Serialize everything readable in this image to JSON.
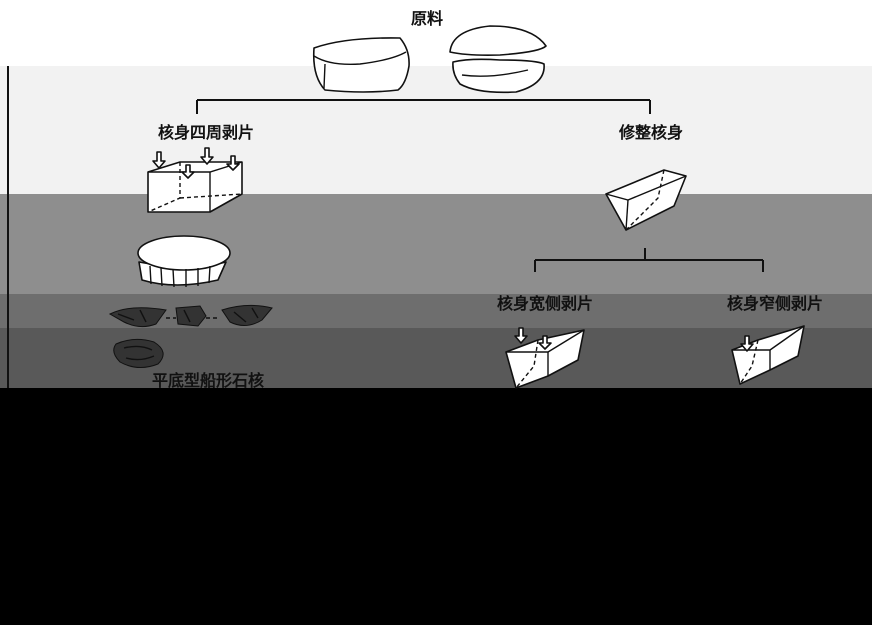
{
  "labels": {
    "raw_material": "原料",
    "branch_left": "核身四周剥片",
    "branch_right": "修整核身",
    "wide_side": "核身宽侧剥片",
    "narrow_side": "核身窄侧剥片",
    "core_type": "平底型船形石核"
  },
  "colors": {
    "band_top": "#ffffff",
    "band_light": "#f2f2f2",
    "band_mid": "#8e8e8e",
    "band_dark": "#6e6e6e",
    "band_darker": "#595959",
    "band_black": "#000000"
  }
}
